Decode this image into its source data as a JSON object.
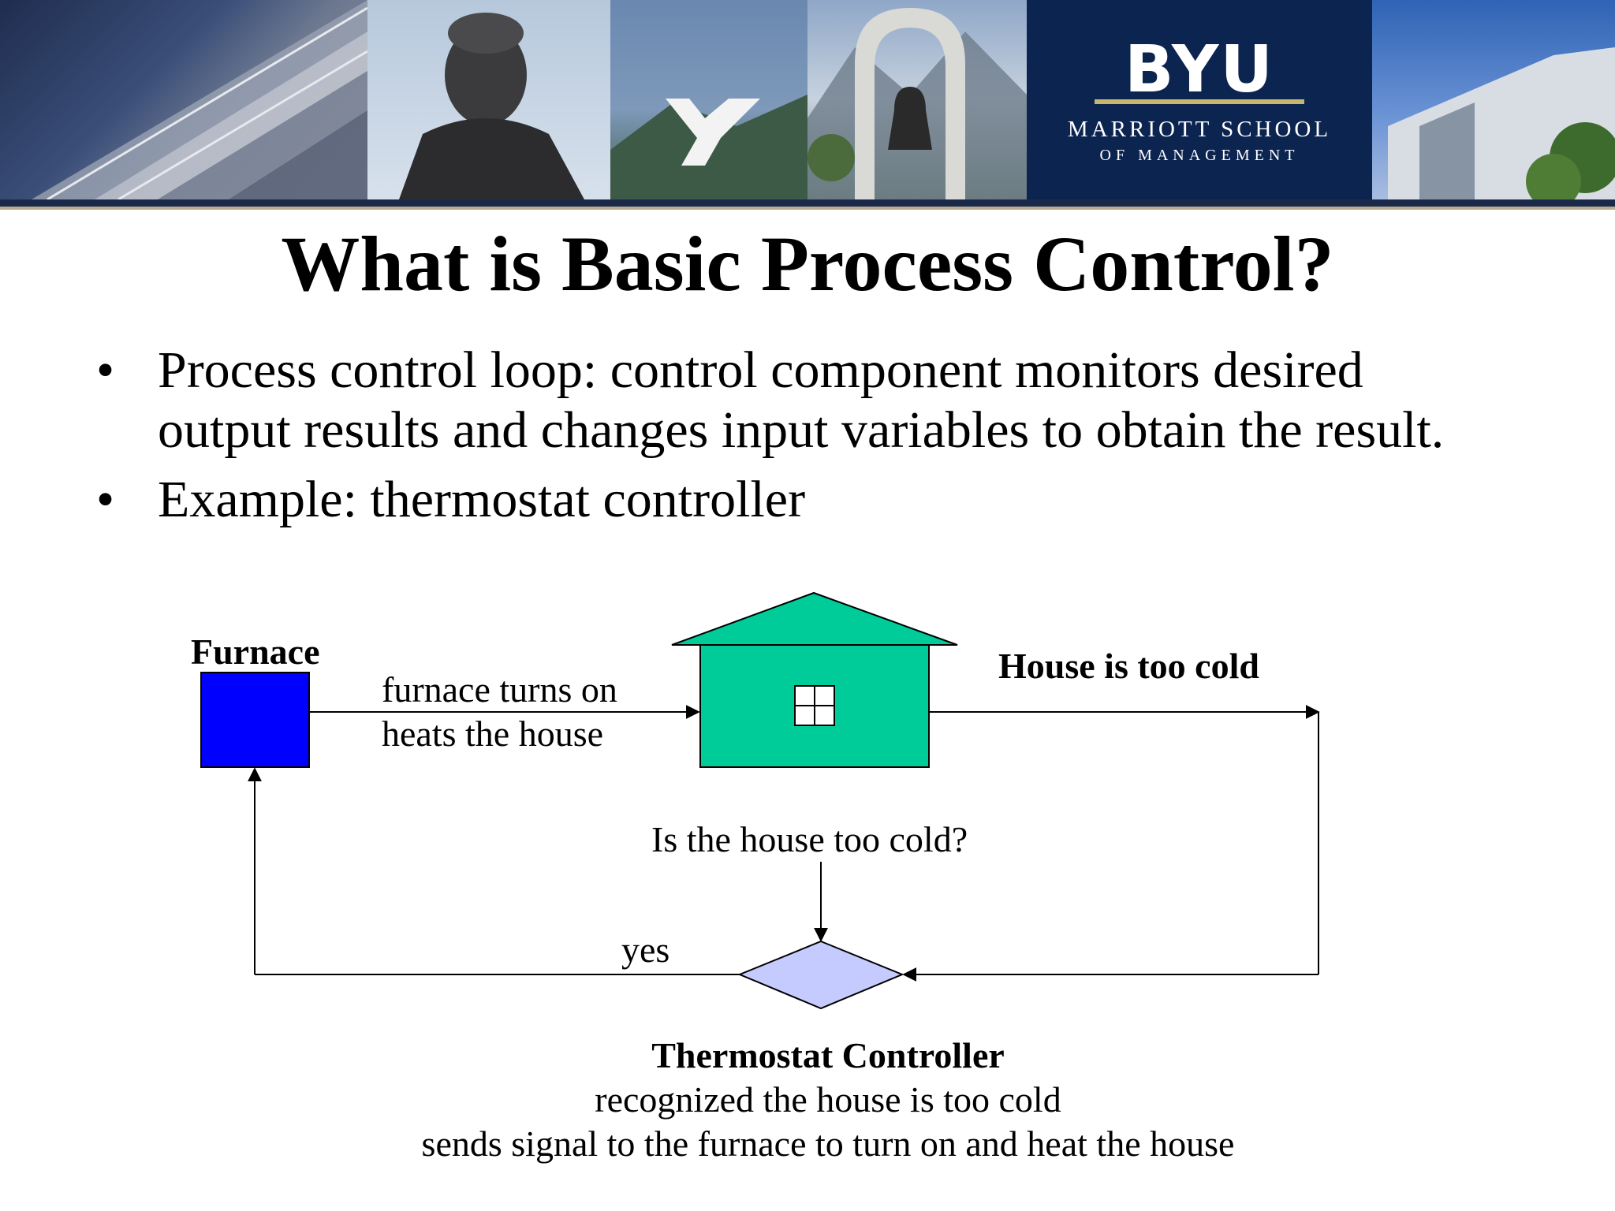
{
  "banner": {
    "logo_title": "BYU",
    "logo_line1": "MARRIOTT SCHOOL",
    "logo_line2": "OF MANAGEMENT",
    "colors": {
      "navy": "#0c2450",
      "gold": "#c8b56e"
    }
  },
  "slide": {
    "title": "What is Basic Process Control?",
    "bullets": [
      {
        "line1": "Process control loop:  control component monitors desired",
        "line2": "output results and changes input variables to obtain the result."
      },
      {
        "line1": "Example:  thermostat controller"
      }
    ]
  },
  "diagram": {
    "furnace_label": "Furnace",
    "furnace_action_line1": "furnace turns on",
    "furnace_action_line2": "heats the house",
    "house_state": "House is too cold",
    "question": "Is the house too cold?",
    "decision_yes": "yes",
    "controller_title": "Thermostat Controller",
    "controller_line1": "recognized the house is too cold",
    "controller_line2": "sends signal to the furnace to turn on and heat the house",
    "colors": {
      "furnace": "#0000ff",
      "house": "#00cc99",
      "decision": "#c6cbff"
    }
  }
}
